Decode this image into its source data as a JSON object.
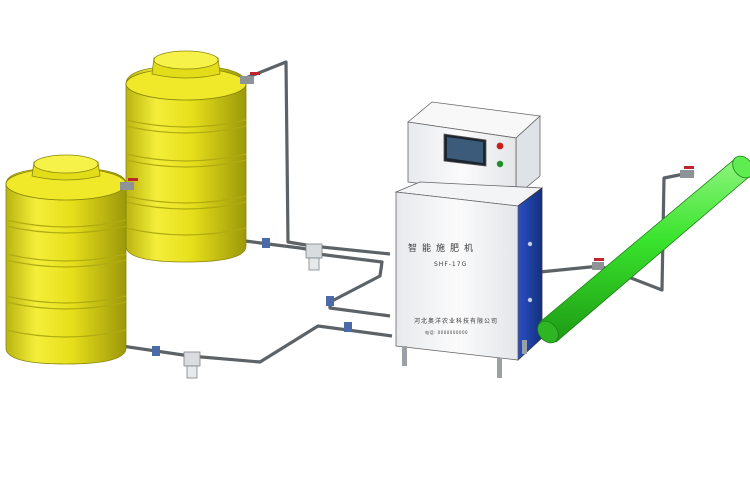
{
  "machine": {
    "title": "智能施肥机",
    "model": "SHF-17G",
    "company": "河北奥洋农业科技有限公司",
    "phone": "电话: 0000000000"
  },
  "colors": {
    "tank_yellow": "#e8e21c",
    "tank_shadow": "#a8a40c",
    "pipe_gray": "#5c6266",
    "machine_body": "#f2f3f5",
    "machine_side": "#1e3fa8",
    "main_pipe_green": "#39e32c",
    "valve_red": "#c0242c"
  },
  "icons": [
    "tank-icon",
    "valve-icon",
    "filter-icon",
    "touchscreen-icon",
    "indicator-light-icon"
  ]
}
